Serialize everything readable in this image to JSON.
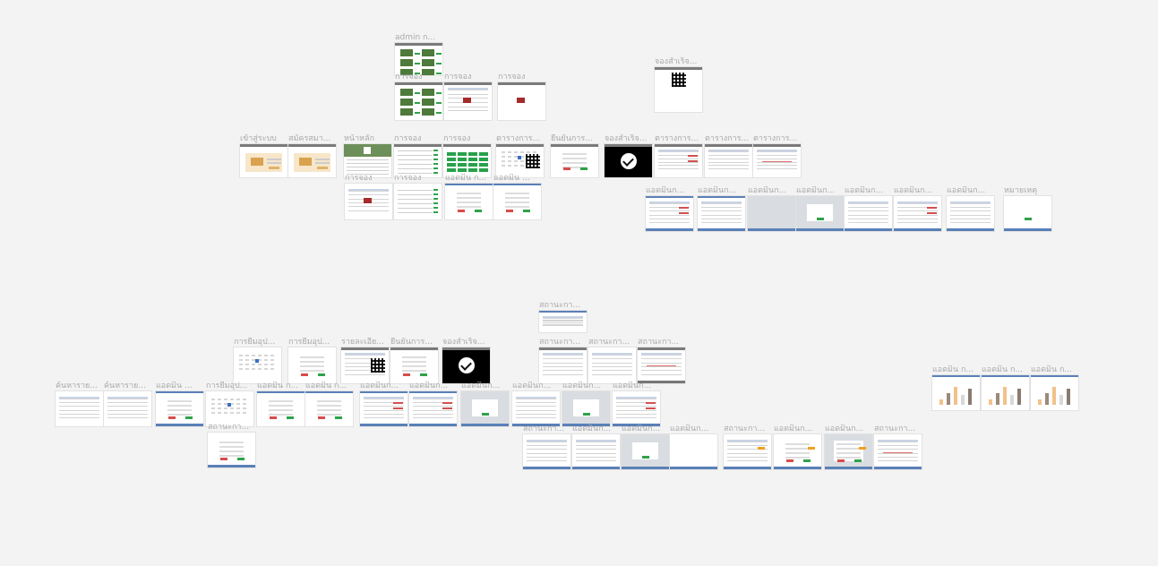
{
  "canvas": {
    "background": "#f3f3f3",
    "accent": "#5a80b8"
  },
  "frames": [
    {
      "id": "f01",
      "label": "admin ก..."
    },
    {
      "id": "f02",
      "label": "การจอง"
    },
    {
      "id": "f03",
      "label": "การจอง"
    },
    {
      "id": "f04",
      "label": "การจอง"
    },
    {
      "id": "f05",
      "label": "จองสำเร็จ..."
    },
    {
      "id": "f06",
      "label": "เข้าสู่ระบบ"
    },
    {
      "id": "f07",
      "label": "สมัครสมา..."
    },
    {
      "id": "f08",
      "label": "หน้าหลัก"
    },
    {
      "id": "f09",
      "label": "การจอง"
    },
    {
      "id": "f10",
      "label": "การจอง"
    },
    {
      "id": "f11",
      "label": "ตารางการ..."
    },
    {
      "id": "f12",
      "label": "ยืนยันการ..."
    },
    {
      "id": "f13",
      "label": "จองสำเร็จ..."
    },
    {
      "id": "f14",
      "label": "ตารางการ..."
    },
    {
      "id": "f15",
      "label": "ตารางการ..."
    },
    {
      "id": "f16",
      "label": "ตารางการ..."
    },
    {
      "id": "f17",
      "label": "การจอง"
    },
    {
      "id": "f18",
      "label": "การจอง"
    },
    {
      "id": "f19",
      "label": "แอดมิน ก..."
    },
    {
      "id": "f20",
      "label": "แอดมิน ..."
    },
    {
      "id": "f21",
      "label": "แอดมินก..."
    },
    {
      "id": "f22",
      "label": "แอดมินก..."
    },
    {
      "id": "f23",
      "label": "แอดมินก..."
    },
    {
      "id": "f24",
      "label": "แอดมินก..."
    },
    {
      "id": "f25",
      "label": "แอดมินก..."
    },
    {
      "id": "f26",
      "label": "แอดมินก..."
    },
    {
      "id": "f27",
      "label": "แอดมินก..."
    },
    {
      "id": "f28",
      "label": "หมายเหตุ"
    },
    {
      "id": "f29",
      "label": "สถานะกา..."
    },
    {
      "id": "f30",
      "label": "การยืมอุป..."
    },
    {
      "id": "f31",
      "label": "การยืมอุป..."
    },
    {
      "id": "f32",
      "label": "รายละเอีย..."
    },
    {
      "id": "f33",
      "label": "ยืนยันการ..."
    },
    {
      "id": "f34",
      "label": "จองสำเร็จ..."
    },
    {
      "id": "f35",
      "label": "สถานะกา..."
    },
    {
      "id": "f36",
      "label": "สถานะกา..."
    },
    {
      "id": "f37",
      "label": "สถานะกา..."
    },
    {
      "id": "f38",
      "label": "ค้นหาราย..."
    },
    {
      "id": "f39",
      "label": "ค้นหาราย..."
    },
    {
      "id": "f40",
      "label": "แอดมิน ..."
    },
    {
      "id": "f41",
      "label": "การยืมอุป..."
    },
    {
      "id": "f42",
      "label": "แอดมิน ก..."
    },
    {
      "id": "f43",
      "label": "แอดมิน ก..."
    },
    {
      "id": "f44",
      "label": "แอดมินก..."
    },
    {
      "id": "f45",
      "label": "แอดมินก..."
    },
    {
      "id": "f46",
      "label": "แอดมินก..."
    },
    {
      "id": "f47",
      "label": "แอดมินก..."
    },
    {
      "id": "f48",
      "label": "แอดมินก..."
    },
    {
      "id": "f49",
      "label": "แอดมินก..."
    },
    {
      "id": "f50",
      "label": "สถานะกา..."
    },
    {
      "id": "f51",
      "label": "สถานะกา..."
    },
    {
      "id": "f52",
      "label": "แอดมินก..."
    },
    {
      "id": "f53",
      "label": "แอดมินก..."
    },
    {
      "id": "f54",
      "label": "แอดมินก..."
    },
    {
      "id": "f55",
      "label": "สถานะกา..."
    },
    {
      "id": "f56",
      "label": "แอดมินก..."
    },
    {
      "id": "f57",
      "label": "แอดมินก..."
    },
    {
      "id": "f58",
      "label": "สถานะกา..."
    },
    {
      "id": "f59",
      "label": "แอดมิน ก..."
    },
    {
      "id": "f60",
      "label": "แอดมิน ก..."
    },
    {
      "id": "f61",
      "label": "แอดมิน ก..."
    }
  ]
}
